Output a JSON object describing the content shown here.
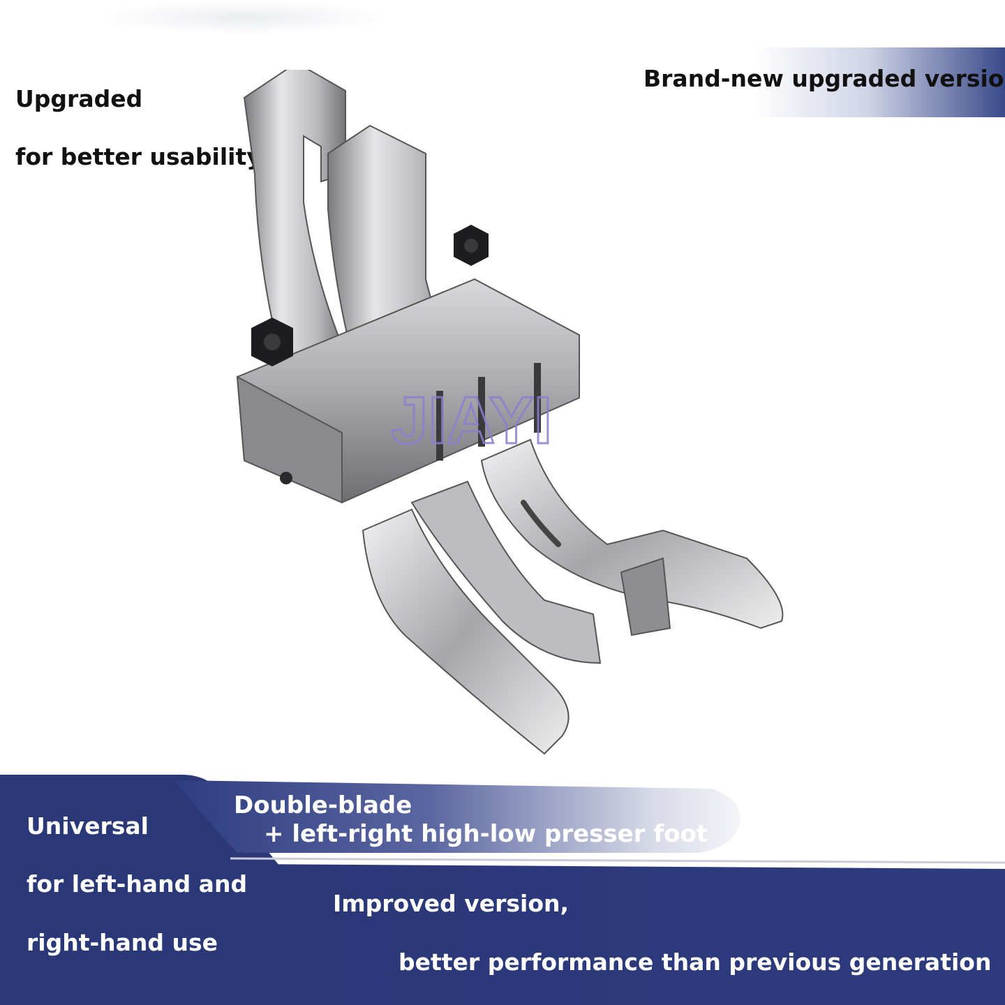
{
  "headline": {
    "left_line1": "Upgraded",
    "left_line2": "for better usability",
    "right_tag": "Brand-new upgraded version"
  },
  "watermark": "JIAYI",
  "banner": {
    "left_line1": "Universal",
    "left_line2": "for left-hand and",
    "left_line3": "right-hand use",
    "feature_line1": "Double-blade",
    "feature_line2": "+ left-right high-low presser foot",
    "improve_line1": "Improved version,",
    "improve_line2": "better performance than previous generation"
  },
  "colors": {
    "banner_navy": "#2a3878",
    "banner_navy_light": "#3a4b92",
    "metal_light": "#e4e4e6",
    "metal_dark": "#6b6b6f",
    "hex_nut": "#1d1d1f",
    "watermark": "#8a7fd0",
    "text_dark": "#111111",
    "text_light": "#ffffff"
  }
}
